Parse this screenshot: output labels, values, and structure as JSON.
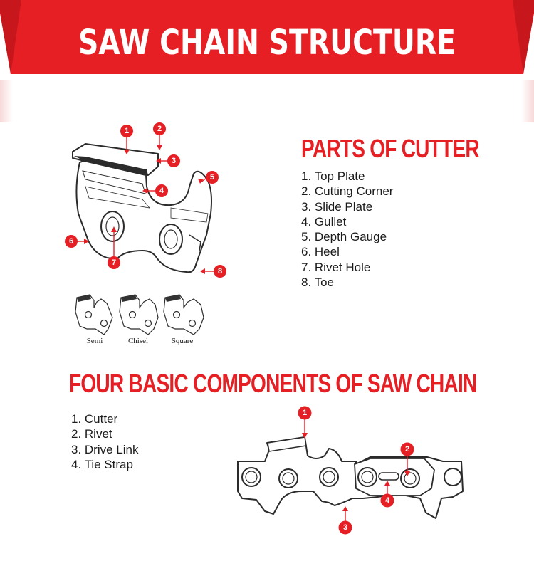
{
  "banner": {
    "title": "SAW CHAIN STRUCTURE",
    "color": "#e51f24"
  },
  "parts": {
    "heading": "PARTS OF CUTTER",
    "items": [
      "1. Top Plate",
      "2. Cutting Corner",
      "3. Slide Plate",
      "4. Gullet",
      "5. Depth Gauge",
      "6. Heel",
      "7. Rivet Hole",
      "8. Toe"
    ],
    "callouts": [
      "1",
      "2",
      "3",
      "4",
      "5",
      "6",
      "7",
      "8"
    ]
  },
  "variants": [
    "Semi",
    "Chisel",
    "Square"
  ],
  "components": {
    "heading": "FOUR BASIC COMPONENTS OF SAW CHAIN",
    "items": [
      "1. Cutter",
      "2. Rivet",
      "3. Drive Link",
      "4. Tie Strap"
    ],
    "callouts": [
      "1",
      "2",
      "3",
      "4"
    ]
  }
}
